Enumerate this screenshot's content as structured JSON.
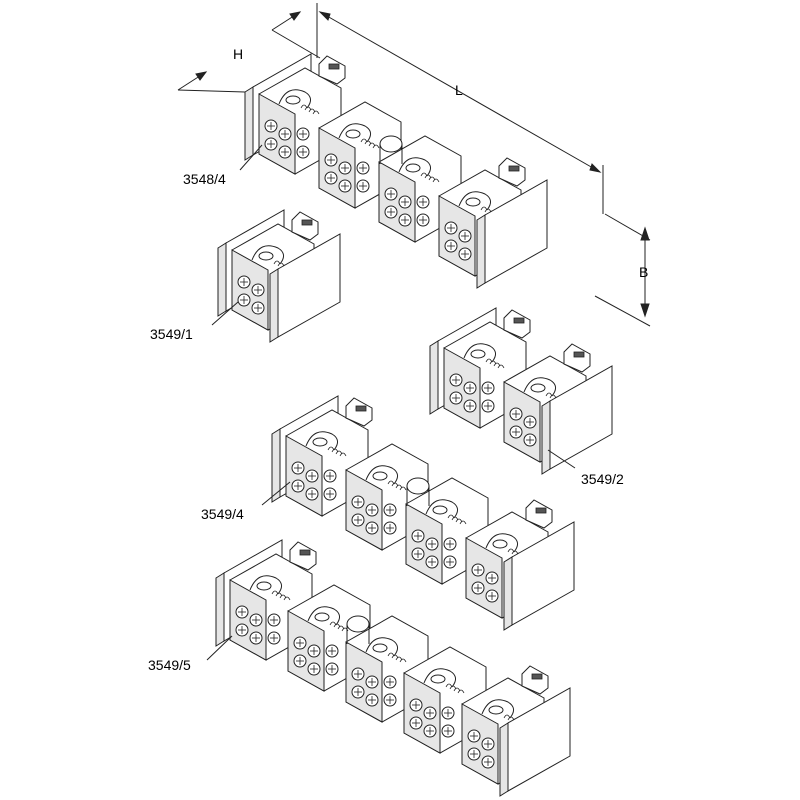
{
  "dimension_labels": {
    "height": "H",
    "length": "L",
    "width": "B"
  },
  "parts": [
    {
      "id": "3548/4",
      "label": "3548/4",
      "modules": 4
    },
    {
      "id": "3549/1",
      "label": "3549/1",
      "modules": 1
    },
    {
      "id": "3549/2",
      "label": "3549/2",
      "modules": 2
    },
    {
      "id": "3549/4",
      "label": "3549/4",
      "modules": 4
    },
    {
      "id": "3549/5",
      "label": "3549/5",
      "modules": 5
    }
  ],
  "colors": {
    "line": "#222222",
    "fill": "#ffffff",
    "shade": "#e6e6e6"
  }
}
